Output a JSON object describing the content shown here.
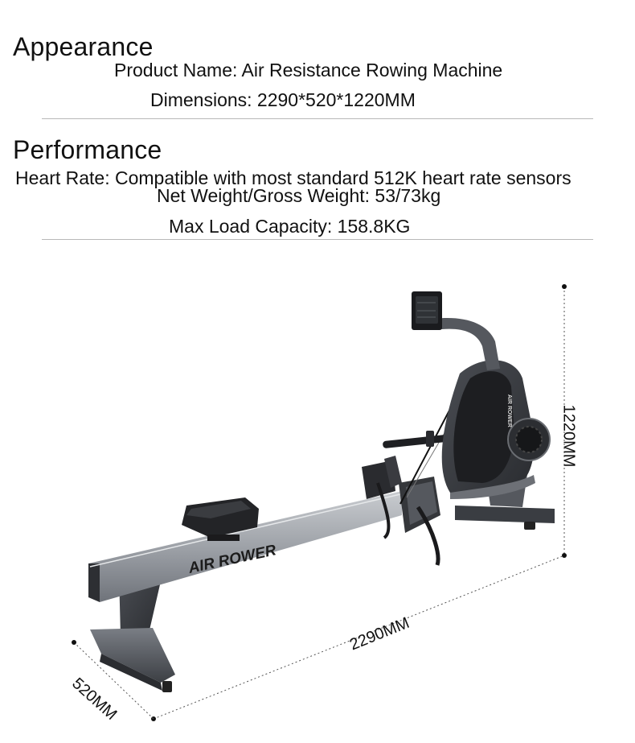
{
  "appearance": {
    "heading": "Appearance",
    "product_name": "Product Name: Air Resistance Rowing Machine",
    "dimensions": "Dimensions: 2290*520*1220MM"
  },
  "performance": {
    "heading": "Performance",
    "heart_rate": "Heart Rate: Compatible with most standard 512K heart rate sensors",
    "weight": "Net Weight/Gross Weight: 53/73kg",
    "max_load": "Max Load Capacity: 158.8KG"
  },
  "product_image": {
    "rail_brand": "AIR ROWER",
    "frame_brand": "AIR ROWER",
    "dim_height": "1220MM",
    "dim_length": "2290MM",
    "dim_width": "520MM"
  }
}
